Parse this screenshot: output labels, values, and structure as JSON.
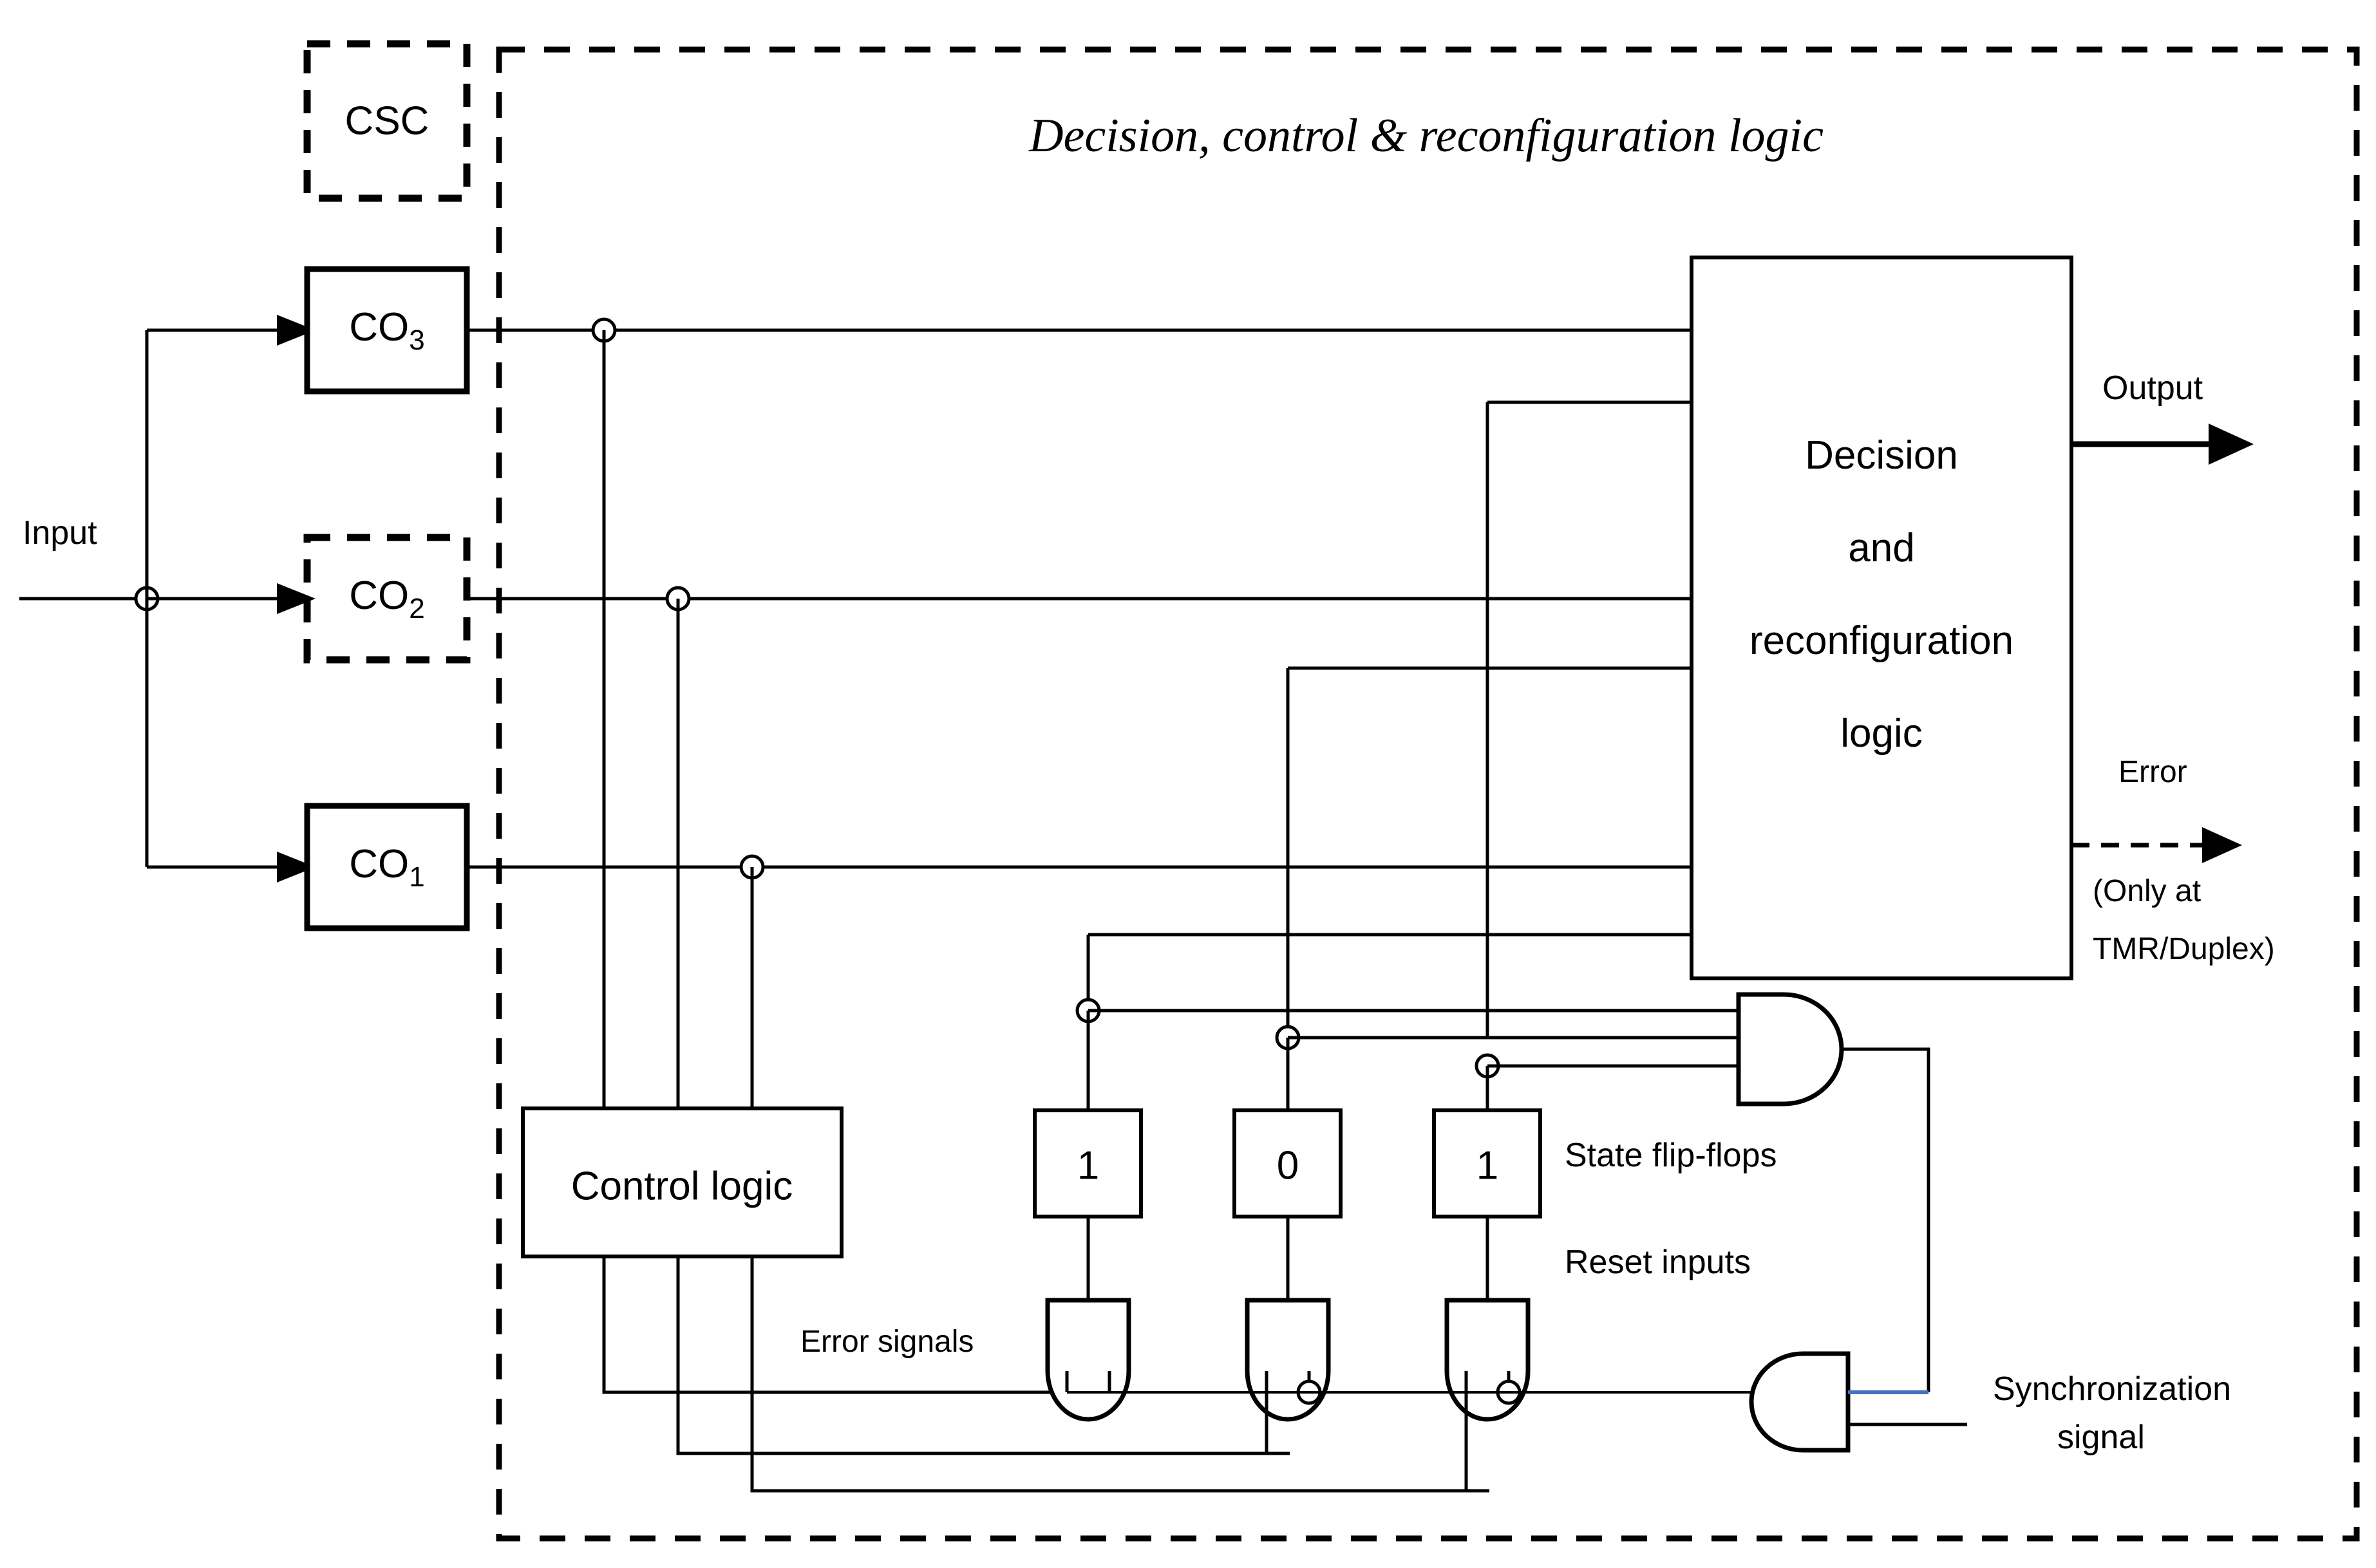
{
  "diagram": {
    "title": "Decision, control & reconfiguration logic",
    "csc_box": {
      "label": "CSC"
    },
    "input_label": "Input",
    "co_blocks": [
      {
        "label": "CO",
        "sub": "3",
        "style": "solid"
      },
      {
        "label": "CO",
        "sub": "2",
        "style": "dashed"
      },
      {
        "label": "CO",
        "sub": "1",
        "style": "solid"
      }
    ],
    "decision_block": {
      "line1": "Decision",
      "line2": "and",
      "line3": "reconfiguration",
      "line4": "logic"
    },
    "control_block": {
      "label": "Control logic"
    },
    "flip_flops": [
      {
        "value": "1"
      },
      {
        "value": "0"
      },
      {
        "value": "1"
      }
    ],
    "labels": {
      "output": "Output",
      "error": "Error",
      "error_note": "(Only at",
      "error_note2": "TMR/Duplex)",
      "state_flip_flops": "State flip-flops",
      "reset_inputs": "Reset inputs",
      "error_signals": "Error signals",
      "sync1": "Synchronization",
      "sync2": "signal"
    },
    "colors": {
      "line": "#000000",
      "accent": "#4472c4",
      "background": "#ffffff"
    }
  }
}
